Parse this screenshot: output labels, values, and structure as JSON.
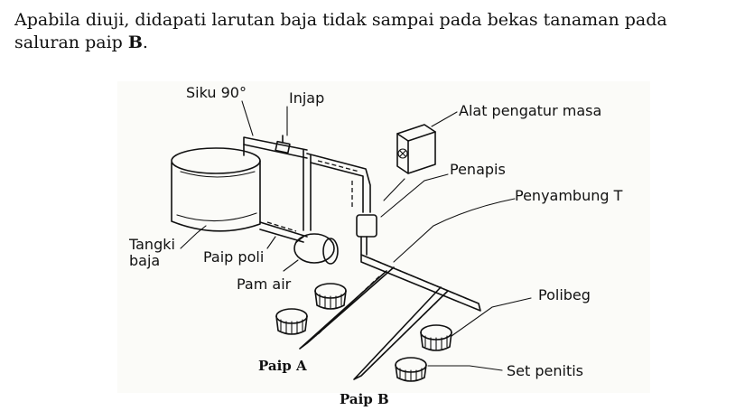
{
  "question": {
    "text_before_bold": "Apabila diuji, didapati larutan baja tidak sampai pada bekas tanaman pada saluran paip ",
    "bold_part": "B",
    "text_after_bold": "."
  },
  "diagram": {
    "labels": {
      "siku": "Siku 90°",
      "injap": "Injap",
      "alat_pengatur_masa": "Alat pengatur masa",
      "penapis": "Penapis",
      "penyambung_t": "Penyambung T",
      "tangki_baja_line1": "Tangki",
      "tangki_baja_line2": "baja",
      "paip_poli": "Paip poli",
      "pam_air": "Pam air",
      "polibeg": "Polibeg",
      "set_penitis": "Set penitis",
      "paip_a": "Paip A",
      "paip_b": "Paip B"
    }
  }
}
